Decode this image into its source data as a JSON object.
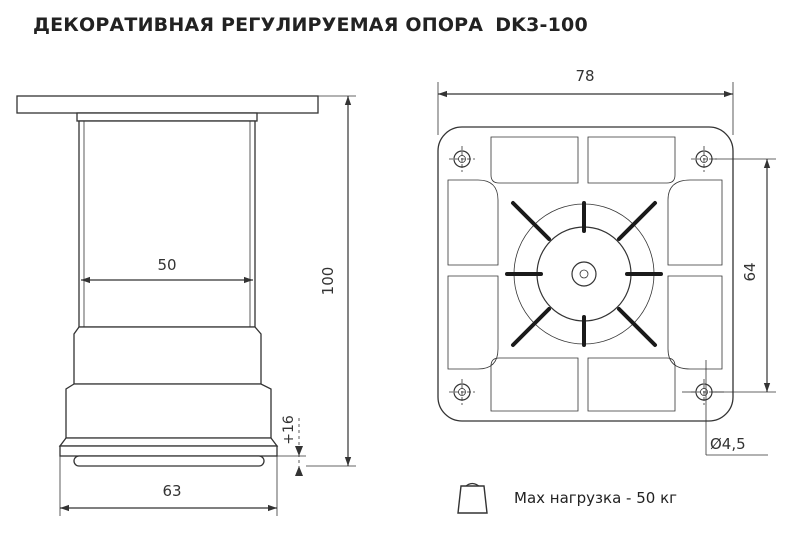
{
  "title": {
    "main": "ДЕКОРАТИВНАЯ РЕГУЛИРУЕМАЯ ОПОРА",
    "model": "DK3-100"
  },
  "dimensions": {
    "plate_width": "78",
    "hole_spacing": "64",
    "tube_diameter": "50",
    "height": "100",
    "adjustment": "+16",
    "base_diameter": "63",
    "hole_diameter": "Ø4,5"
  },
  "load": {
    "icon": "weight-icon",
    "label": "Max нагрузка - 50 кг"
  },
  "colors": {
    "line": "#333333",
    "rib": "#1a1a1a",
    "text": "#222222"
  }
}
